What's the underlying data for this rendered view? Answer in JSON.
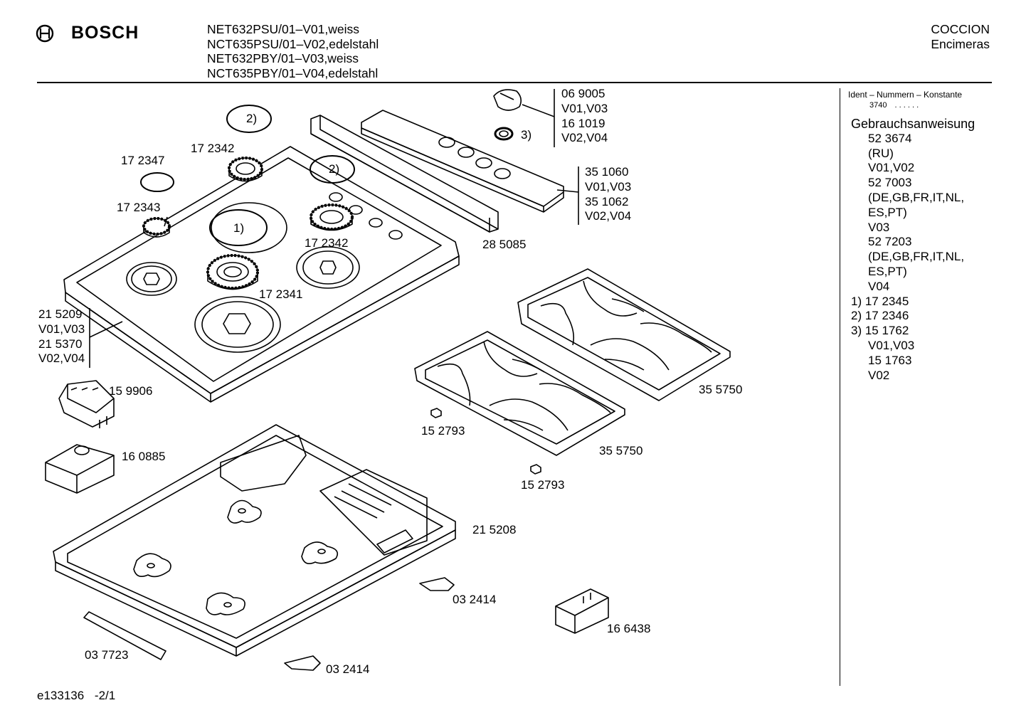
{
  "header": {
    "brand": "BOSCH",
    "models": [
      "NET632PSU/01–V01,weiss",
      "NCT635PSU/01–V02,edelstahl",
      "NET632PBY/01–V03,weiss",
      "NCT635PBY/01–V04,edelstahl"
    ],
    "category": "COCCION",
    "subcategory": "Encimeras"
  },
  "sidebar": {
    "ident_title": "Ident – Nummern – Konstante",
    "ident_value": "3740",
    "ident_dots": ". . . . . .",
    "lines": [
      "Gebrauchsanweisung",
      "52 3674",
      "(RU)",
      "V01,V02",
      "52 7003",
      "(DE,GB,FR,IT,NL,",
      "ES,PT)",
      "V03",
      "52 7203",
      "(DE,GB,FR,IT,NL,",
      "ES,PT)",
      "V04",
      "1) 17 2345",
      "2) 17 2346",
      "3) 15 1762",
      "V01,V03",
      "15 1763",
      "V02"
    ]
  },
  "parts": {
    "p069005": "06 9005",
    "knob_v1": "V01,V03",
    "p161019": "16 1019",
    "knob_v2": "V02,V04",
    "ring3": "3)",
    "p351060": "35 1060",
    "panel_v1": "V01,V03",
    "p351062": "35 1062",
    "panel_v2": "V02,V04",
    "p285085": "28 5085",
    "cap2a": "2)",
    "cap2b": "2)",
    "cap1": "1)",
    "p172347": "17 2347",
    "p172342a": "17 2342",
    "p172343": "17 2343",
    "p172342b": "17 2342",
    "p172341": "17 2341",
    "p215209": "21 5209",
    "top_v1": "V01,V03",
    "p215370": "21 5370",
    "top_v2": "V02,V04",
    "p159906": "15 9906",
    "p160885": "16 0885",
    "p355750a": "35 5750",
    "p355750b": "35 5750",
    "p152793a": "15 2793",
    "p152793b": "15 2793",
    "p215208": "21 5208",
    "p032414a": "03 2414",
    "p032414b": "03 2414",
    "p166438": "16 6438",
    "p037723": "03 7723"
  },
  "footer": {
    "code": "e133136",
    "page": "-2/1"
  }
}
